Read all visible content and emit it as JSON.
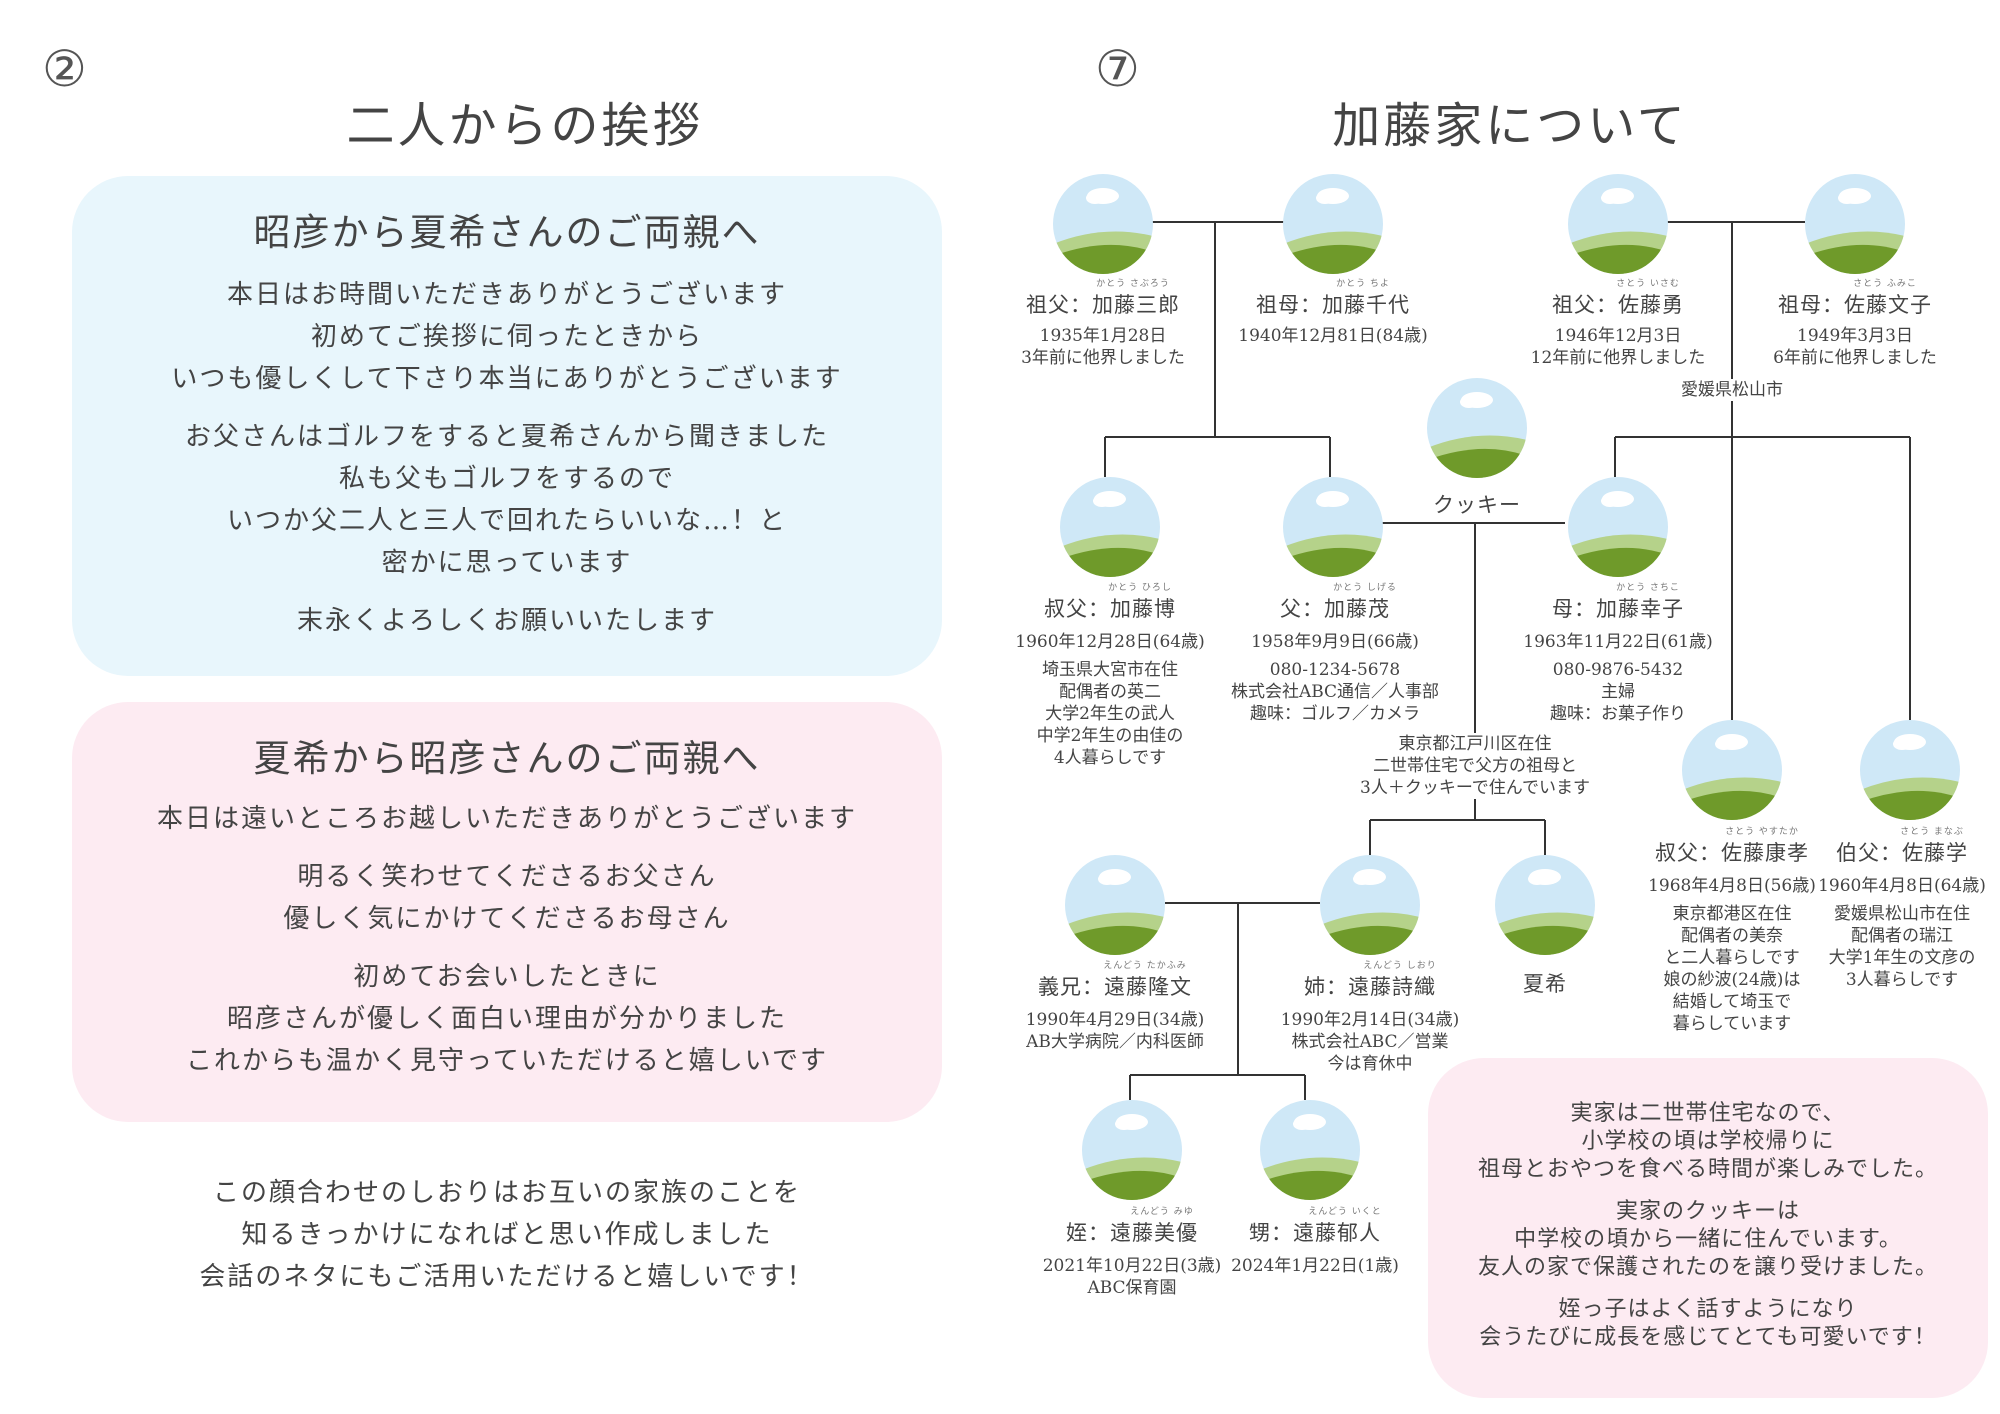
{
  "left": {
    "number": "②",
    "title": "二人からの挨拶",
    "blue_panel": {
      "title": "昭彦から夏希さんのご両親へ",
      "paragraphs": [
        [
          "本日はお時間いただきありがとうございます",
          "初めてご挨拶に伺ったときから",
          "いつも優しくして下さり本当にありがとうございます"
        ],
        [
          "お父さんはゴルフをすると夏希さんから聞きました",
          "私も父もゴルフをするので",
          "いつか父二人と三人で回れたらいいな…！と",
          "密かに思っています"
        ],
        [
          "末永くよろしくお願いいたします"
        ]
      ]
    },
    "pink_panel": {
      "title": "夏希から昭彦さんのご両親へ",
      "paragraphs": [
        [
          "本日は遠いところお越しいただきありがとうございます"
        ],
        [
          "明るく笑わせてくださるお父さん",
          "優しく気にかけてくださるお母さん"
        ],
        [
          "初めてお会いしたときに",
          "昭彦さんが優しく面白い理由が分かりました",
          "これからも温かく見守っていただけると嬉しいです"
        ]
      ]
    },
    "footer": [
      "この顔合わせのしおりはお互いの家族のことを",
      "知るきっかけになればと思い作成しました",
      "会話のネタにもご活用いただけると嬉しいです！"
    ]
  },
  "right": {
    "number": "⑦",
    "title": "加藤家について",
    "people": {
      "grandfather_kato": {
        "name": "祖父：加藤三郎",
        "ruby": "かとう さぶろう",
        "info": [
          "1935年1月28日",
          "3年前に他界しました"
        ]
      },
      "grandmother_kato": {
        "name": "祖母：加藤千代",
        "ruby": "かとう ちよ",
        "info": [
          "1940年12月81日(84歳)"
        ]
      },
      "grandfather_sato": {
        "name": "祖父：佐藤勇",
        "ruby": "さとう いさむ",
        "info": [
          "1946年12月3日",
          "12年前に他界しました"
        ]
      },
      "grandmother_sato": {
        "name": "祖母：佐藤文子",
        "ruby": "さとう ふみこ",
        "info": [
          "1949年3月3日",
          "6年前に他界しました"
        ]
      },
      "uncle_hiroshi": {
        "name": "叔父：加藤博",
        "ruby": "かとう ひろし",
        "info": [
          "1960年12月28日(64歳)",
          "埼玉県大宮市在住",
          "配偶者の英二",
          "大学2年生の武人",
          "中学2年生の由佳の",
          "4人暮らしです"
        ]
      },
      "father": {
        "name": "父：加藤茂",
        "ruby": "かとう しげる",
        "info": [
          "1958年9月9日(66歳)",
          "080-1234-5678",
          "株式会社ABC通信／人事部",
          "趣味：ゴルフ／カメラ"
        ]
      },
      "mother": {
        "name": "母：加藤幸子",
        "ruby": "かとう さちこ",
        "info": [
          "1963年11月22日(61歳)",
          "080-9876-5432",
          "主婦",
          "趣味：お菓子作り"
        ]
      },
      "cookie": {
        "name": "クッキー"
      },
      "uncle_yasutaka": {
        "name": "叔父：佐藤康孝",
        "ruby": "さとう やすたか",
        "info": [
          "1968年4月8日(56歳)",
          "東京都港区在住",
          "配偶者の美奈",
          "と二人暮らしです",
          "娘の紗波(24歳)は",
          "結婚して埼玉で",
          "暮らしています"
        ]
      },
      "uncle_manabu": {
        "name": "伯父：佐藤学",
        "ruby": "さとう まなぶ",
        "info": [
          "1960年4月8日(64歳)",
          "愛媛県松山市在住",
          "配偶者の瑞江",
          "大学1年生の文彦の",
          "3人暮らしです"
        ]
      },
      "brother_in_law": {
        "name": "義兄：遠藤隆文",
        "ruby": "えんどう たかふみ",
        "info": [
          "1990年4月29日(34歳)",
          "AB大学病院／内科医師"
        ]
      },
      "sister": {
        "name": "姉：遠藤詩織",
        "ruby": "えんどう しおり",
        "info": [
          "1990年2月14日(34歳)",
          "株式会社ABC／営業",
          "今は育休中"
        ]
      },
      "natsuki": {
        "name": "夏希"
      },
      "niece": {
        "name": "姪：遠藤美優",
        "ruby": "えんどう みゆ",
        "info": [
          "2021年10月22日(3歳)",
          "ABC保育園"
        ]
      },
      "nephew": {
        "name": "甥：遠藤郁人",
        "ruby": "えんどう いくと",
        "info": [
          "2024年1月22日(1歳)"
        ]
      }
    },
    "sato_location": "愛媛県松山市",
    "household": [
      "東京都江戸川区在住",
      "二世帯住宅で父方の祖母と",
      "3人＋クッキーで住んでいます"
    ],
    "note": [
      [
        "実家は二世帯住宅なので、",
        "小学校の頃は学校帰りに",
        "祖母とおやつを食べる時間が楽しみでした。"
      ],
      [
        "実家のクッキーは",
        "中学校の頃から一緒に住んでいます。",
        "友人の家で保護されたのを譲り受けました。"
      ],
      [
        "姪っ子はよく話すようになり",
        "会うたびに成長を感じてとても可愛いです！"
      ]
    ],
    "colors": {
      "sky": "#cfe8f7",
      "hill_light": "#b5d28a",
      "hill_dark": "#6f9a2a"
    }
  }
}
